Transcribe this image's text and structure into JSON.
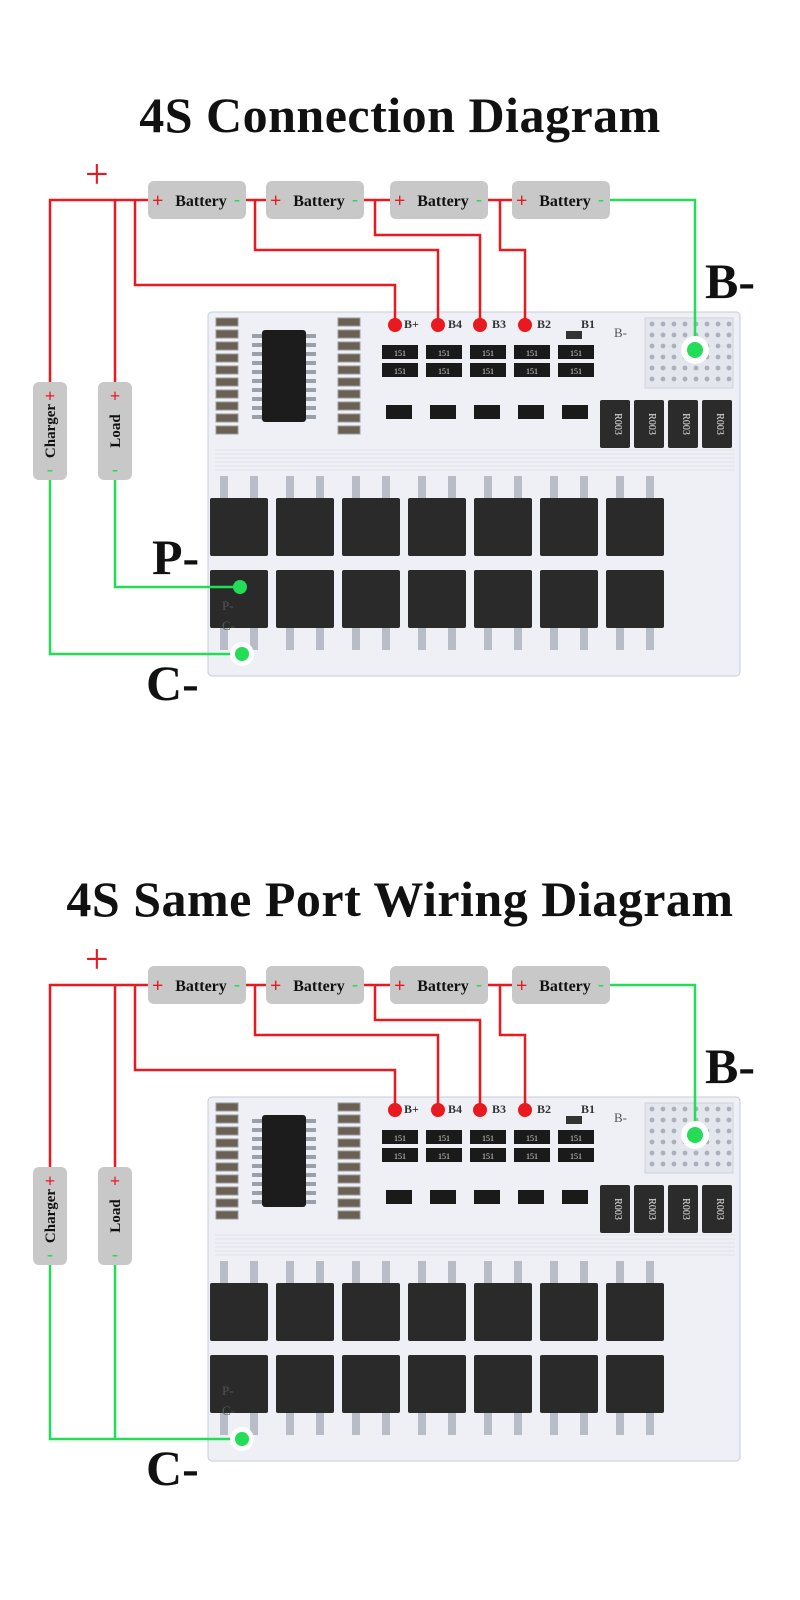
{
  "diagram1": {
    "title": "4S Connection Diagram",
    "plus_sign": "+",
    "batteries": [
      "Battery",
      "Battery",
      "Battery",
      "Battery"
    ],
    "charger_label": "Charger",
    "load_label": "Load",
    "b_minus": "B-",
    "p_minus": "P-",
    "c_minus": "C-",
    "pins": [
      "B+",
      "B4",
      "B3",
      "B2",
      "B1"
    ],
    "pcb_pads": [
      "P-",
      "C-",
      "B-"
    ],
    "shunt_label": "R003"
  },
  "diagram2": {
    "title": "4S Same Port Wiring Diagram",
    "plus_sign": "+",
    "batteries": [
      "Battery",
      "Battery",
      "Battery",
      "Battery"
    ],
    "charger_label": "Charger",
    "load_label": "Load",
    "b_minus": "B-",
    "c_minus": "C-",
    "pins": [
      "B+",
      "B4",
      "B3",
      "B2",
      "B1"
    ],
    "pcb_pads": [
      "P-",
      "C-",
      "B-"
    ],
    "shunt_label": "R003"
  },
  "colors": {
    "positive": "#e8191f",
    "negative": "#22dd55",
    "label_box": "#c8c8c8",
    "mosfet": "#2a2a2a"
  }
}
